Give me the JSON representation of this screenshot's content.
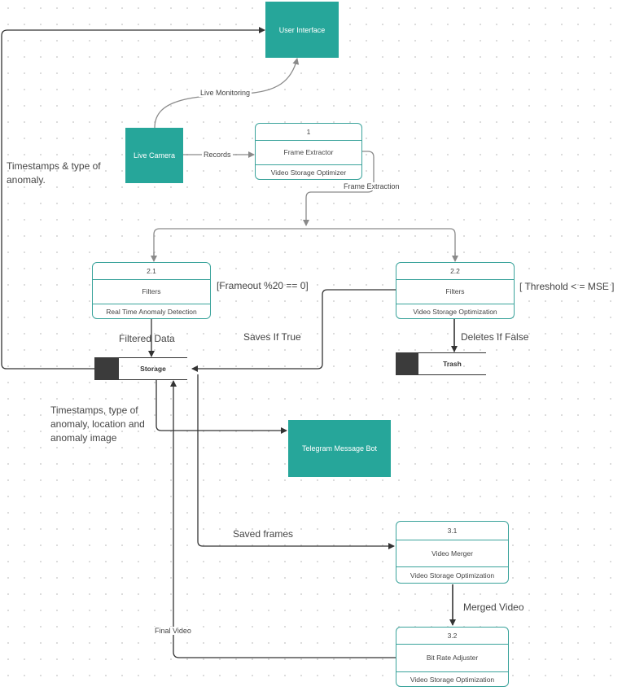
{
  "entities": {
    "user_interface": "User Interface",
    "live_camera": "Live Camera",
    "telegram_bot": "Telegram Message Bot"
  },
  "processes": {
    "p1": {
      "id": "1",
      "name": "Frame Extractor",
      "subsystem": "Video Storage Optimizer"
    },
    "p21": {
      "id": "2.1",
      "name": "Filters",
      "subsystem": "Real Time Anomaly Detection"
    },
    "p22": {
      "id": "2.2",
      "name": "Filters",
      "subsystem": "Video Storage Optimization"
    },
    "p31": {
      "id": "3.1",
      "name": "Video Merger",
      "subsystem": "Video Storage Optimization"
    },
    "p32": {
      "id": "3.2",
      "name": "Bit Rate Adjuster",
      "subsystem": "Video Storage Optimization"
    }
  },
  "stores": {
    "storage": "Storage",
    "trash": "Trash"
  },
  "flows": {
    "live_monitoring": "Live Monitoring",
    "records": "Records",
    "frame_extraction": "Frame Extraction",
    "timestamps_type": "Timestamps & type of anomaly.",
    "filtered_data": "Filtered Data",
    "saves_if_true": "Saves If True",
    "deletes_if_false": "Deletes If False",
    "timestamps_full": "Timestamps, type of anomaly, location and anomaly image",
    "saved_frames": "Saved frames",
    "merged_video": "Merged Video",
    "final_video": "Final Video"
  },
  "conditions": {
    "c21": "[Frameout %20 == 0]",
    "c22": "[ Threshold < = MSE ]"
  },
  "colors": {
    "entity": "#26a69a",
    "process_border": "#3aa39b",
    "line": "#333333",
    "grey_line": "#8a8a8a"
  }
}
